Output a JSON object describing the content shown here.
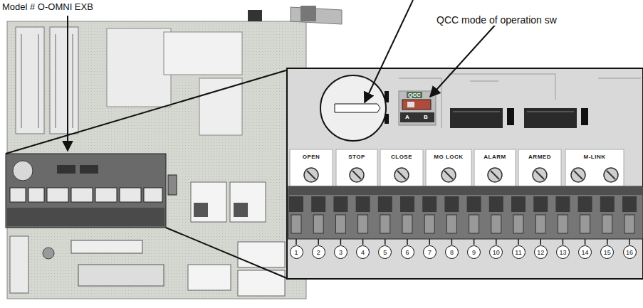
{
  "diagram": {
    "nodes": [
      {
        "text": [
          "OPEN"
        ]
      },
      {
        "text": [
          "STOP"
        ]
      },
      {
        "text": [
          "CLOSE"
        ]
      },
      {
        "text": [
          "MG LOCK"
        ]
      },
      {
        "text": [
          "ALARM"
        ]
      },
      {
        "text": [
          "ARMED"
        ]
      },
      {
        "text": [
          "M-LINK"
        ]
      },
      {
        "text": [
          "1"
        ]
      },
      {
        "text": [
          "2"
        ]
      },
      {
        "text": [
          "3"
        ]
      },
      {
        "text": [
          "4"
        ]
      },
      {
        "text": [
          "5"
        ]
      },
      {
        "text": [
          "6"
        ]
      },
      {
        "text": [
          "7"
        ]
      },
      {
        "text": [
          "8"
        ]
      },
      {
        "text": [
          "9"
        ]
      },
      {
        "text": [
          "10"
        ]
      },
      {
        "text": [
          "11"
        ]
      },
      {
        "text": [
          "12"
        ]
      },
      {
        "text": [
          "13"
        ]
      },
      {
        "text": [
          "14"
        ]
      },
      {
        "text": [
          "15"
        ]
      },
      {
        "text": [
          "16"
        ]
      }
    ],
    "labels": [
      "Model # O-OMNI EXB",
      "QCC mode of operation sw",
      "QCC",
      "A",
      "B"
    ]
  }
}
